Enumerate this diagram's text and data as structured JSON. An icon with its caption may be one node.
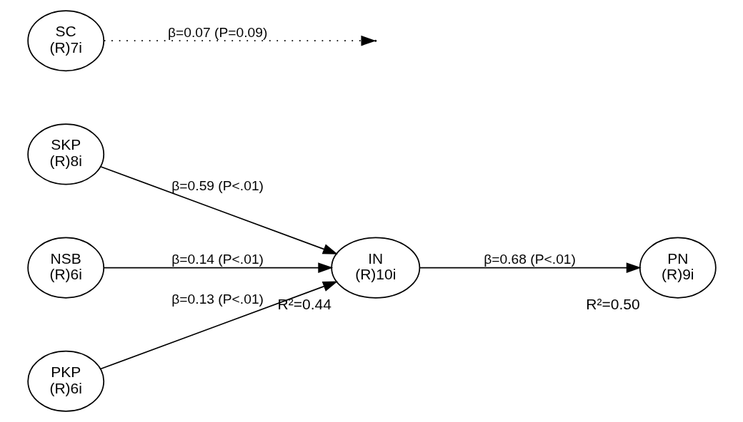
{
  "diagram": {
    "nodes": [
      {
        "text": [
          "SKP",
          "(R)8i"
        ]
      },
      {
        "text": [
          "NSB",
          "(R)6i"
        ]
      },
      {
        "text": [
          "PKP",
          "(R)6i"
        ]
      },
      {
        "text": [
          "IN",
          "(R)10i"
        ],
        "beside": [
          "R²=0.44"
        ]
      },
      {
        "text": [
          "PN",
          "(R)9i"
        ],
        "beside": [
          "R²=0.50"
        ]
      },
      {
        "text": [
          "SC",
          "(R)7i"
        ]
      }
    ],
    "edges": [
      {
        "from": 0,
        "to": 3,
        "arrow": "to",
        "label": "β=0.59 (P<.01)"
      },
      {
        "from": 1,
        "to": 3,
        "arrow": "to",
        "label": "β=0.14 (P<.01)"
      },
      {
        "from": 2,
        "to": 3,
        "arrow": "to",
        "label": "β=0.13 (P<.01)"
      },
      {
        "from": 3,
        "to": 4,
        "arrow": "to",
        "label": "β=0.68 (P<.01)"
      },
      {
        "from": 5,
        "to": null,
        "arrow": "to",
        "label": "β=0.07 (P=0.09)",
        "style": "dashed"
      }
    ]
  }
}
